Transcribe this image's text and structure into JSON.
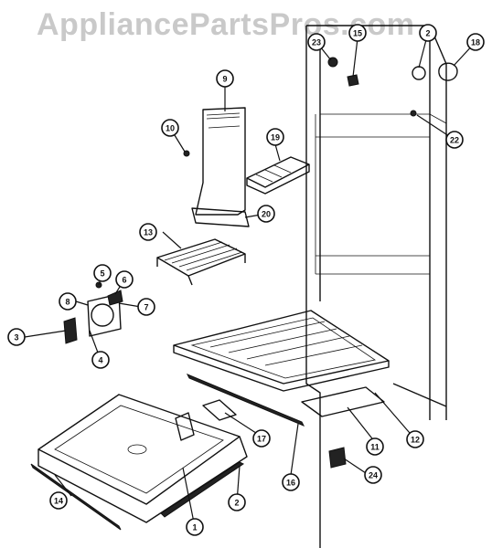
{
  "watermark": "AppliancePartsPros.com",
  "callouts": [
    "1",
    "2",
    "2",
    "3",
    "4",
    "5",
    "6",
    "7",
    "8",
    "9",
    "10",
    "11",
    "12",
    "13",
    "14",
    "15",
    "16",
    "17",
    "18",
    "19",
    "20",
    "22",
    "23",
    "24"
  ]
}
